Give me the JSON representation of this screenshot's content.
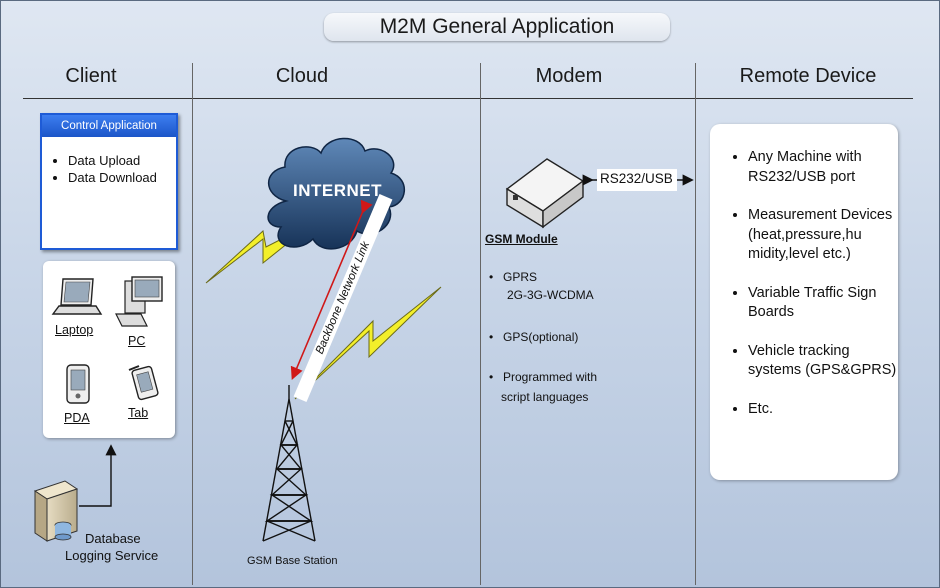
{
  "title": "M2M General Application",
  "columns": {
    "client": "Client",
    "cloud": "Cloud",
    "modem": "Modem",
    "remote": "Remote Device"
  },
  "client": {
    "control_app_title": "Control Application",
    "control_app_items": [
      "Data Upload",
      "Data Download"
    ],
    "devices": {
      "laptop": "Laptop",
      "pc": "PC",
      "pda": "PDA",
      "tab": "Tab"
    },
    "database_line1": "Database",
    "database_line2": "Logging Service"
  },
  "cloud": {
    "internet": "INTERNET",
    "backbone": "Backbone Network Link",
    "base_station": "GSM Base Station"
  },
  "modem": {
    "link_label": "RS232/USB",
    "module_title": "GSM Module",
    "features": {
      "gprs_line1": "GPRS",
      "gprs_line2": "2G-3G-WCDMA",
      "gps": "GPS(optional)",
      "prog_line1": "Programmed with",
      "prog_line2": "script languages"
    }
  },
  "remote_devices": [
    "Any Machine with RS232/USB port",
    "Measurement Devices (heat,pressure,hu midity,level etc.)",
    "Variable Traffic Sign Boards",
    "Vehicle tracking systems (GPS&GPRS)",
    "Etc."
  ],
  "colors": {
    "header_blue": "#1e5bd6",
    "cloud_dark": "#1c3d6b",
    "lightning_yellow": "#f3ef2a",
    "arrow_red": "#d01818"
  }
}
